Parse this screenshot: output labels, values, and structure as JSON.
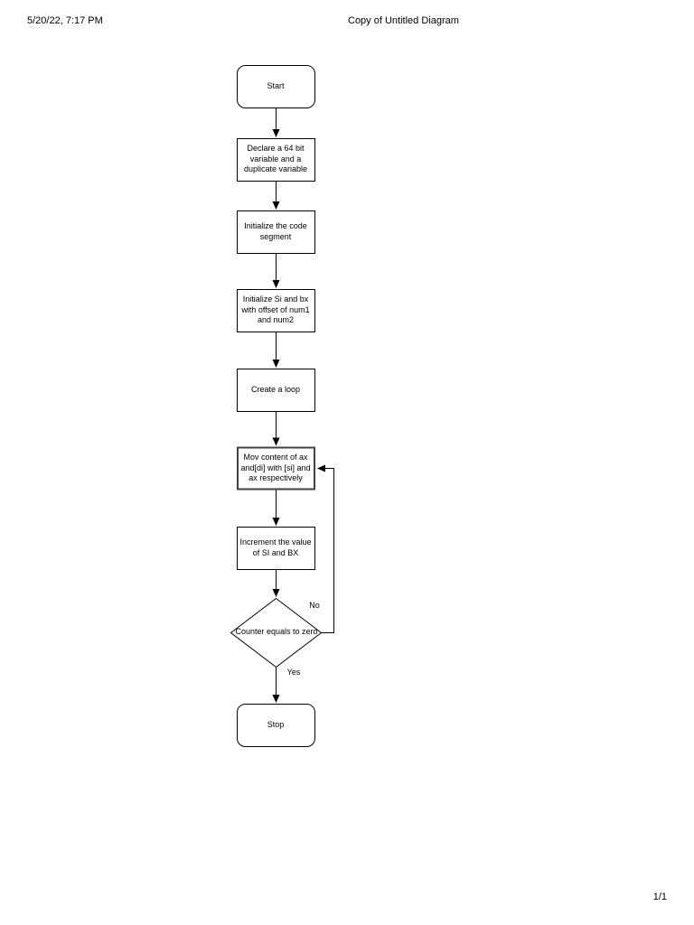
{
  "header": {
    "datetime": "5/20/22, 7:17 PM",
    "title": "Copy of Untitled Diagram"
  },
  "footer": {
    "page_indicator": "1/1"
  },
  "colors": {
    "background": "#ffffff",
    "stroke": "#000000",
    "highlight_stroke": "#424242",
    "text": "#000000"
  },
  "diagram": {
    "type": "flowchart",
    "nodes": {
      "start": {
        "shape": "rounded-rectangle",
        "lines": [
          "Start"
        ]
      },
      "declare": {
        "shape": "rectangle",
        "lines": [
          "Declare a 64 bit",
          "variable and a",
          "duplicate variable"
        ]
      },
      "init_code": {
        "shape": "rectangle",
        "lines": [
          "Initialize the code",
          "segment"
        ]
      },
      "init_si": {
        "shape": "rectangle",
        "lines": [
          "Initialize Si and bx",
          "with offset of num1",
          "and num2"
        ]
      },
      "create_loop": {
        "shape": "rectangle",
        "lines": [
          "Create a loop"
        ]
      },
      "mov": {
        "shape": "rectangle",
        "lines": [
          "Mov content of ax",
          "and[di] with [si] and",
          "ax respectively"
        ]
      },
      "increment": {
        "shape": "rectangle",
        "lines": [
          "Increment the value",
          "of SI and BX"
        ]
      },
      "decision": {
        "shape": "diamond",
        "lines": [
          "Counter equals to zero"
        ]
      },
      "stop": {
        "shape": "rounded-rectangle",
        "lines": [
          "Stop"
        ]
      }
    },
    "edge_labels": {
      "no": "No",
      "yes": "Yes"
    }
  }
}
